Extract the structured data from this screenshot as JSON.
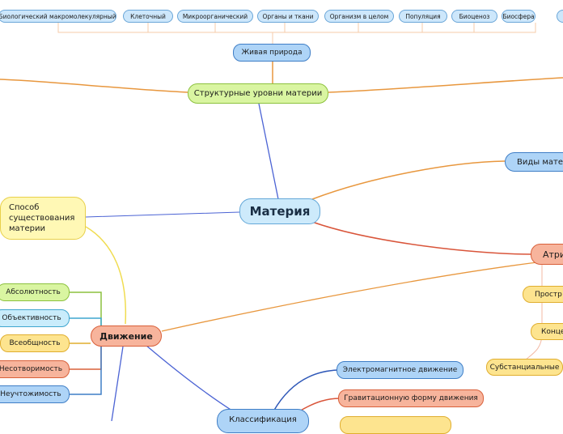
{
  "root": "Материя",
  "levels_header": "Живая природа",
  "structural_levels": "Структурные уровни материи",
  "top_levels": [
    "Биологический макромолекулярный",
    "Клеточный",
    "Микроорганический",
    "Органы и ткани",
    "Организм в целом",
    "Популяция",
    "Биоценоз",
    "Биосфера"
  ],
  "kinds": "Виды матер",
  "attributes": "Атри",
  "attribute_items": [
    "Простр",
    "Конце",
    "Субстанциальные"
  ],
  "mode": "Способ существования материи",
  "motion": "Движение",
  "motion_props": [
    "Абсолютность",
    "Объективность",
    "Всеобщность",
    "Несотворимость",
    "Неучтожимость"
  ],
  "classification": "Классификация",
  "classification_items": [
    "Электромагнитное движение",
    "Гравитационную форму движения"
  ]
}
